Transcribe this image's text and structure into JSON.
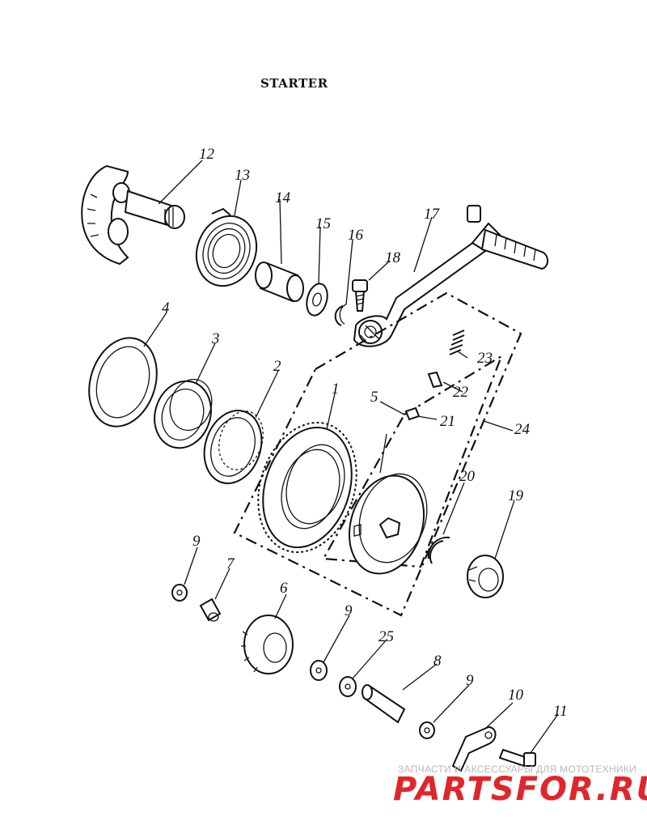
{
  "title": "STARTER",
  "labels": {
    "p1": "1",
    "p2": "2",
    "p3": "3",
    "p4": "4",
    "p5": "5",
    "p6": "6",
    "p7": "7",
    "p8": "8",
    "p9a": "9",
    "p9b": "9",
    "p9c": "9",
    "p10": "10",
    "p11": "11",
    "p12": "12",
    "p13": "13",
    "p14": "14",
    "p15": "15",
    "p16": "16",
    "p17": "17",
    "p18": "18",
    "p19": "19",
    "p20": "20",
    "p21": "21",
    "p22": "22",
    "p23": "23",
    "p24": "24",
    "p25": "25"
  },
  "watermark": {
    "tagline": "ЗАПЧАСТИ И АКСЕССУАРЫ ДЛЯ МОТОТЕХНИКИ",
    "brand": "PARTSFOR.RU",
    "color": "#e0262b"
  }
}
